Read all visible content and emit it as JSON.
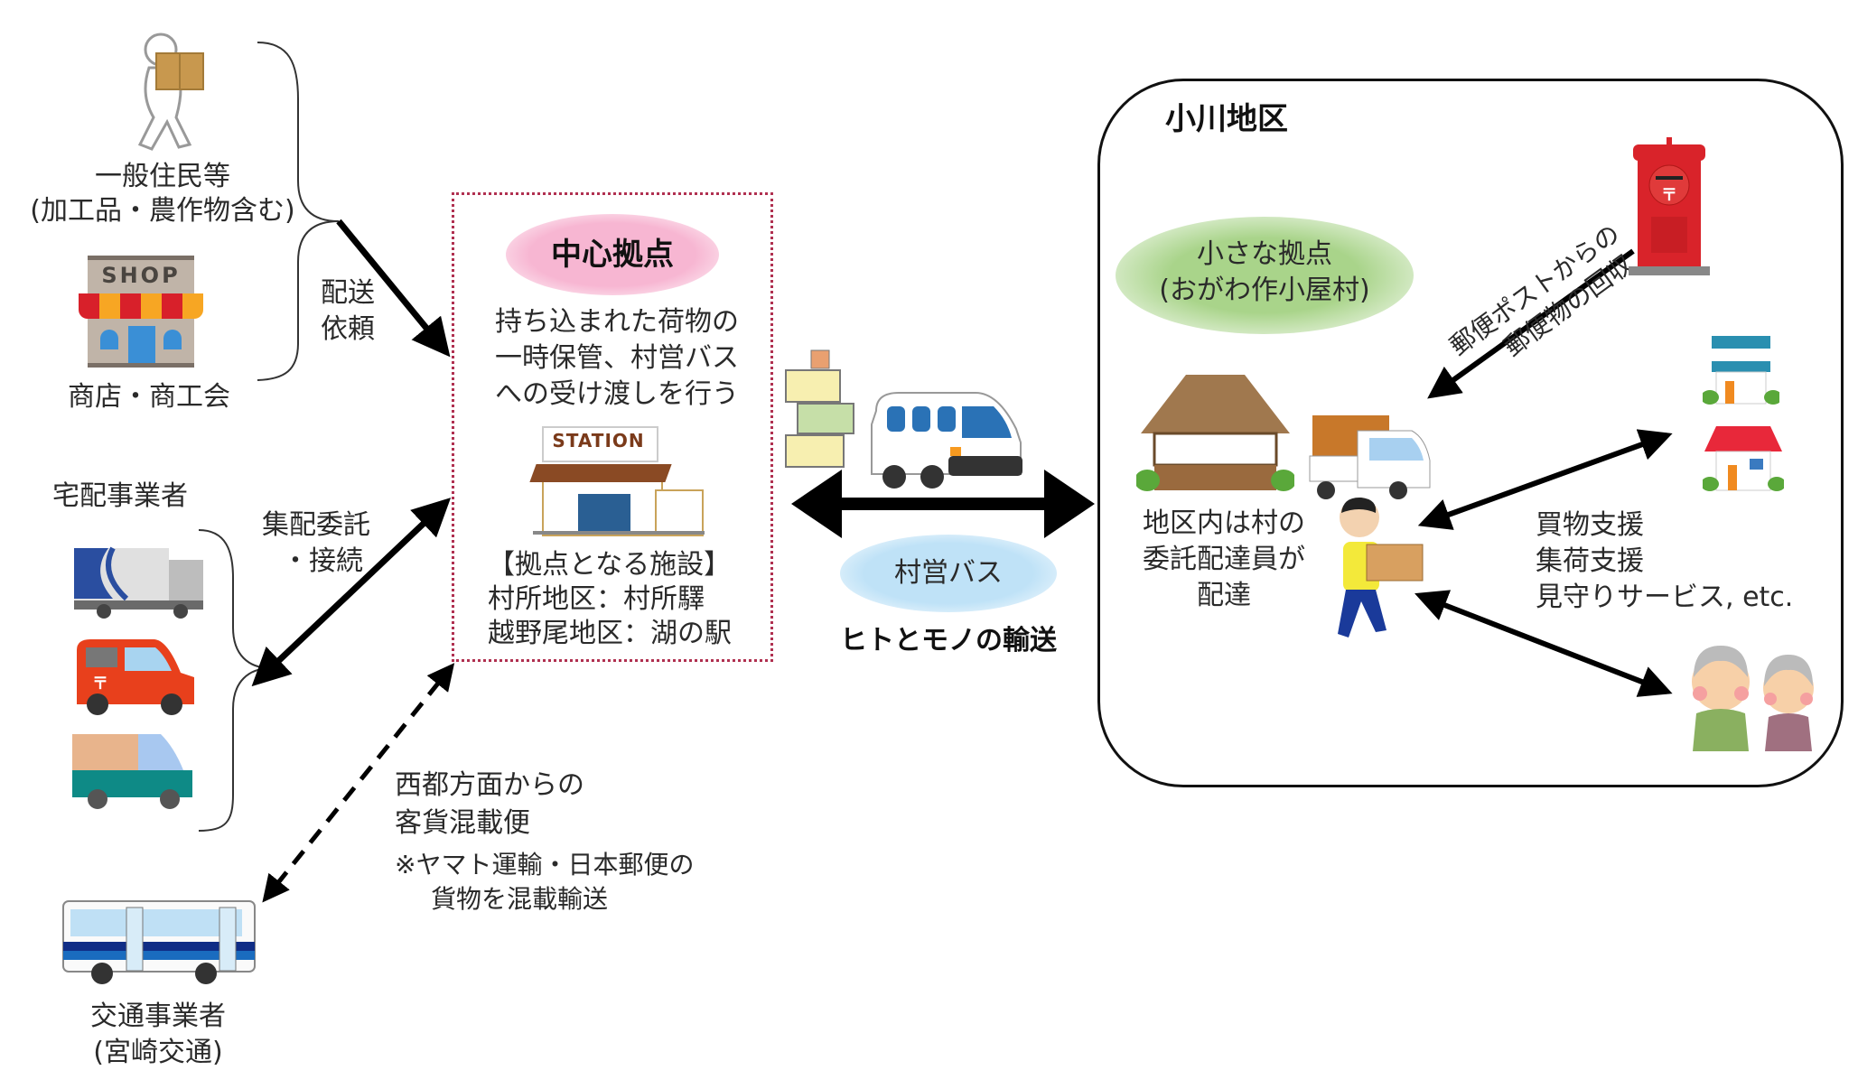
{
  "left": {
    "residents": {
      "label_line1": "一般住民等",
      "label_line2": "(加工品・農作物含む)",
      "icon": "person-carrying-box-icon"
    },
    "shop": {
      "sign": "SHOP",
      "label": "商店・商工会",
      "icon": "shop-icon"
    },
    "request_label_line1": "配送",
    "request_label_line2": "依頼",
    "couriers": {
      "title": "宅配事業者",
      "icons": [
        "delivery-truck-icon",
        "post-van-icon",
        "courier-van-icon"
      ]
    },
    "courier_link_line1": "集配委託",
    "courier_link_line2": "・接続",
    "transit": {
      "label_line1": "交通事業者",
      "label_line2": "(宮崎交通)",
      "icon": "bus-icon"
    },
    "mixed_line1": "西都方面からの",
    "mixed_line2": "客貨混載便",
    "mixed_note_line1": "※ヤマト運輸・日本郵便の",
    "mixed_note_line2": "貨物を混載輸送"
  },
  "hub": {
    "title": "中心拠点",
    "desc_line1": "持ち込まれた荷物の",
    "desc_line2": "一時保管、村営バス",
    "desc_line3": "への受け渡しを行う",
    "station_sign": "STATION",
    "facilities_heading": "【拠点となる施設】",
    "facility_1": "村所地区：村所驛",
    "facility_2": "越野尾地区：湖の駅"
  },
  "transport": {
    "bus_label": "村営バス",
    "caption": "ヒトとモノの輸送",
    "icons": [
      "parcel-stack-icon",
      "minibus-icon"
    ]
  },
  "district": {
    "title": "小川地区",
    "small_hub_line1": "小さな拠点",
    "small_hub_line2": "(おがわ作小屋村)",
    "delivery_line1": "地区内は村の",
    "delivery_line2": "委託配達員が",
    "delivery_line3": "配達",
    "mail_line1": "郵便ポストからの",
    "mail_line2": "郵便物の回収",
    "services_line1": "買物支援",
    "services_line2": "集荷支援",
    "services_line3": "見守りサービス, etc.",
    "icons": [
      "thatched-hut-icon",
      "light-truck-icon",
      "delivery-worker-icon",
      "mailbox-icon",
      "house-blue-icon",
      "house-red-icon",
      "elderly-couple-icon"
    ]
  },
  "colors": {
    "hub_border": "#b03050",
    "pink": "#f7b6d2",
    "blue": "#bfe2f7",
    "green": "#a9d48a",
    "mailbox_red": "#d9232a"
  }
}
